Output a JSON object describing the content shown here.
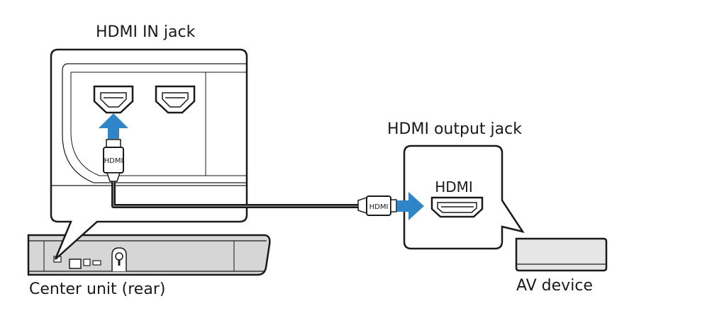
{
  "labels": {
    "hdmi_in_jack": "HDMI IN jack",
    "hdmi_output_jack": "HDMI output jack",
    "center_unit_rear": "Center unit (rear)",
    "av_device": "AV device"
  },
  "connector_text": {
    "plug_vertical": "HDMI",
    "plug_horizontal": "HDMI",
    "port_label": "HDMI"
  },
  "colors": {
    "arrow_blue": "#2e86c8",
    "line_dark": "#1a1a1a",
    "panel_gray": "#d9d9d9",
    "device_gray": "#e6e6e6"
  }
}
